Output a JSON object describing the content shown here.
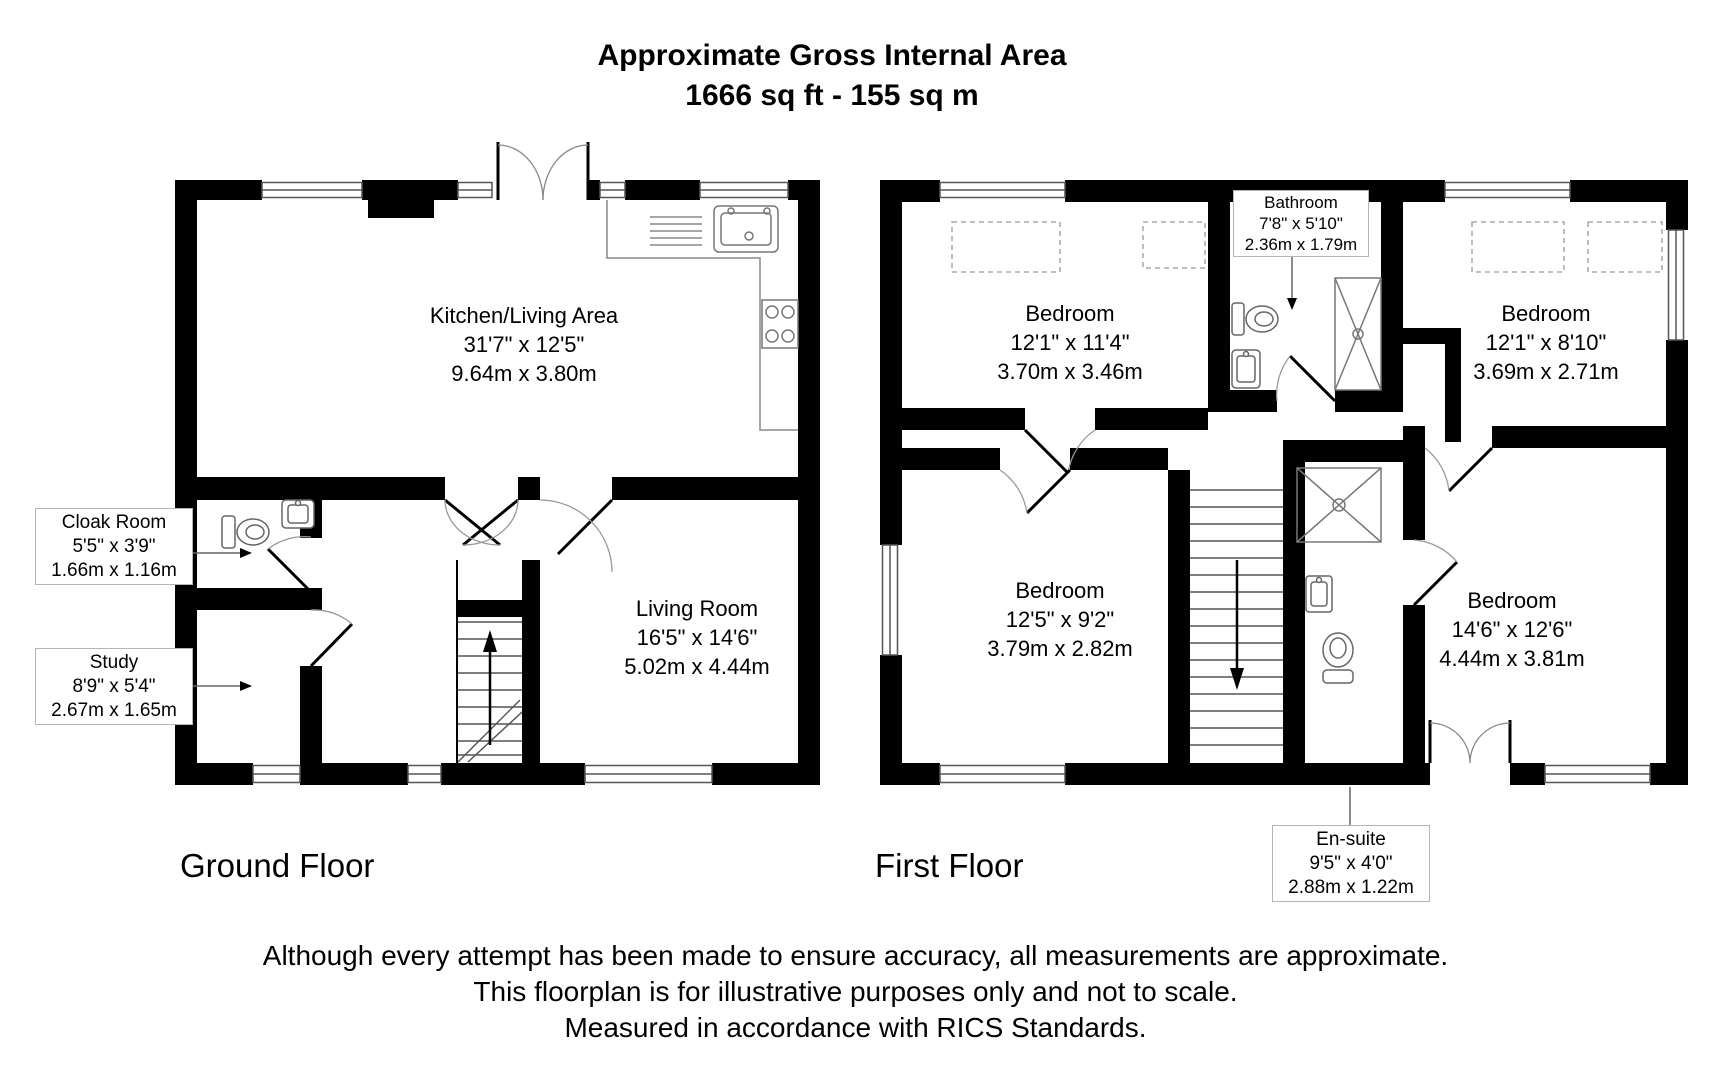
{
  "title": {
    "line1": "Approximate Gross Internal Area",
    "line2": "1666 sq ft - 155 sq m"
  },
  "ground_floor": {
    "label": "Ground Floor",
    "rooms": {
      "kitchen_living": {
        "name": "Kitchen/Living Area",
        "imperial": "31'7\" x 12'5\"",
        "metric": "9.64m x 3.80m"
      },
      "living_room": {
        "name": "Living Room",
        "imperial": "16'5\" x 14'6\"",
        "metric": "5.02m x 4.44m"
      },
      "cloak_room": {
        "name": "Cloak Room",
        "imperial": "5'5\" x 3'9\"",
        "metric": "1.66m x 1.16m"
      },
      "study": {
        "name": "Study",
        "imperial": "8'9\" x 5'4\"",
        "metric": "2.67m x 1.65m"
      }
    }
  },
  "first_floor": {
    "label": "First Floor",
    "rooms": {
      "bathroom": {
        "name": "Bathroom",
        "imperial": "7'8\" x 5'10\"",
        "metric": "2.36m x 1.79m"
      },
      "bedroom_top_left": {
        "name": "Bedroom",
        "imperial": "12'1\" x 11'4\"",
        "metric": "3.70m x 3.46m"
      },
      "bedroom_top_right": {
        "name": "Bedroom",
        "imperial": "12'1\" x 8'10\"",
        "metric": "3.69m x 2.71m"
      },
      "bedroom_bottom_left": {
        "name": "Bedroom",
        "imperial": "12'5\" x 9'2\"",
        "metric": "3.79m x 2.82m"
      },
      "bedroom_bottom_right": {
        "name": "Bedroom",
        "imperial": "14'6\" x 12'6\"",
        "metric": "4.44m x 3.81m"
      },
      "ensuite": {
        "name": "En-suite",
        "imperial": "9'5\" x 4'0\"",
        "metric": "2.88m x 1.22m"
      }
    }
  },
  "disclaimer": {
    "line1": "Although every attempt has been made to ensure accuracy, all measurements are approximate.",
    "line2": "This floorplan is for illustrative purposes only and not to scale.",
    "line3": "Measured in accordance with RICS Standards."
  },
  "colors": {
    "wall": "#000000",
    "background": "#ffffff",
    "fixture_line": "#777777",
    "window_line": "#555555",
    "label_box_border": "#b5b5b5"
  }
}
